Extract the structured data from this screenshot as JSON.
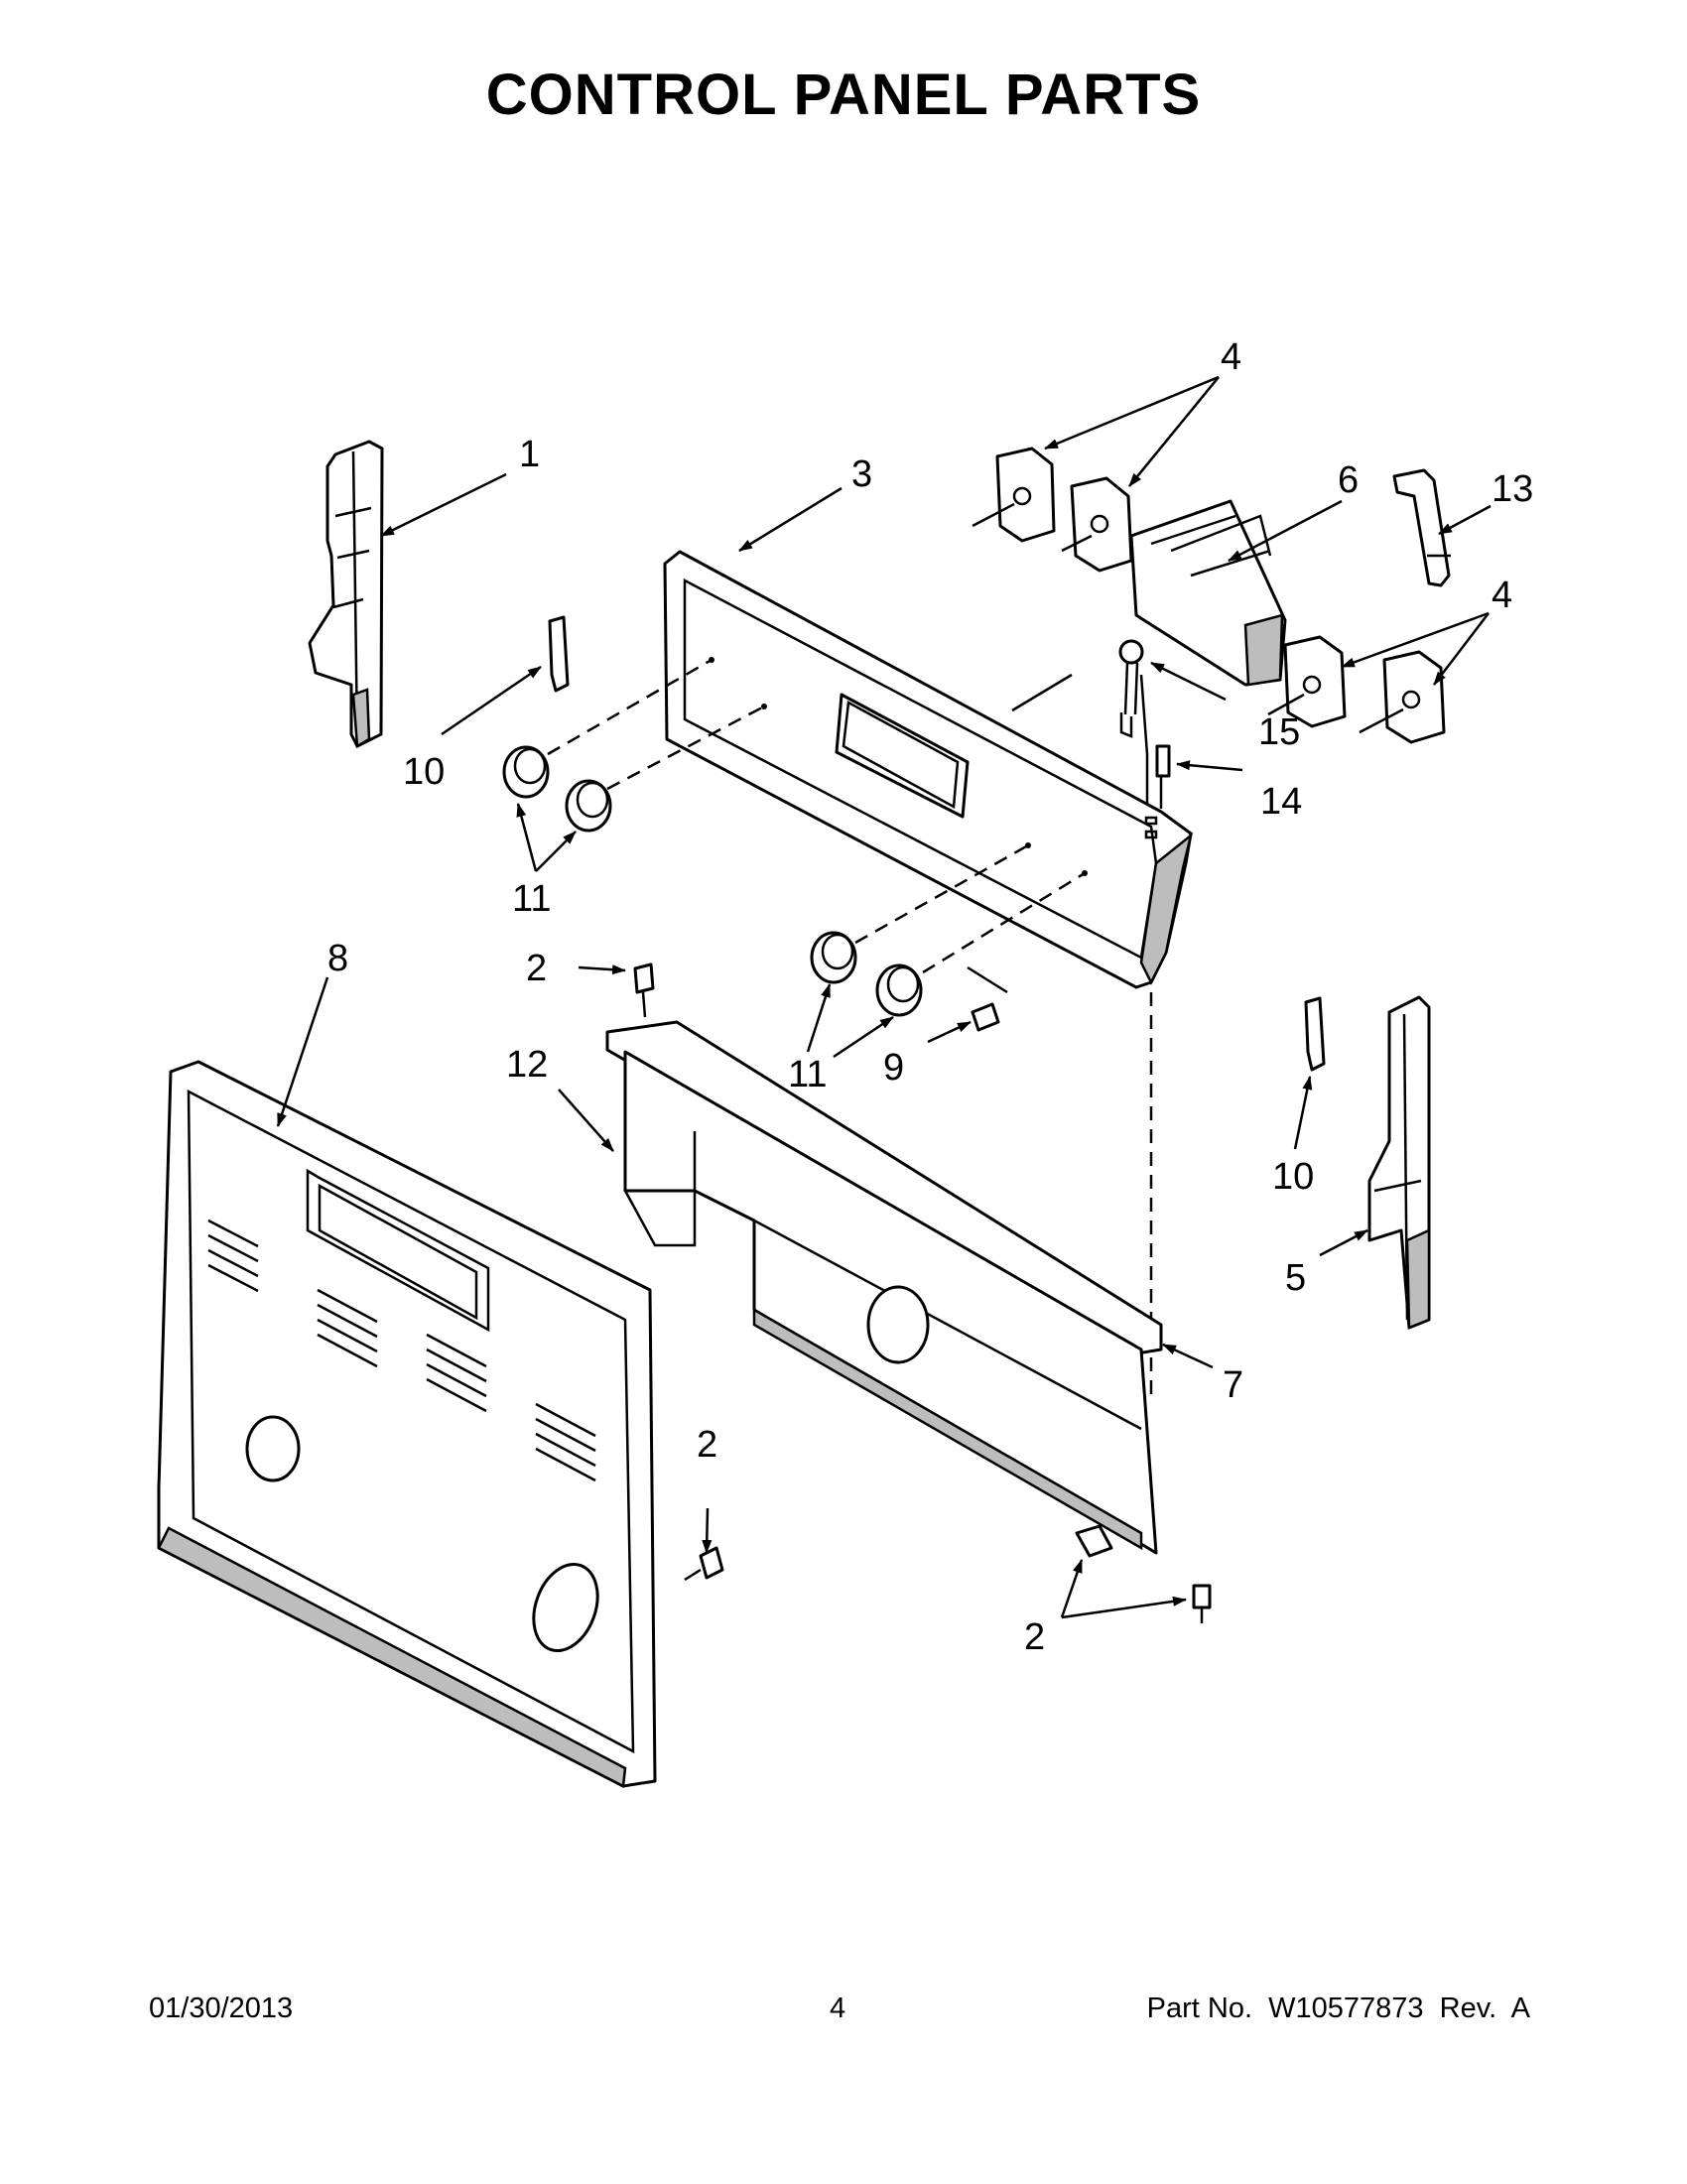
{
  "title": "CONTROL PANEL PARTS",
  "callouts": [
    {
      "id": "c1",
      "label": "1"
    },
    {
      "id": "c3",
      "label": "3"
    },
    {
      "id": "c4a",
      "label": "4"
    },
    {
      "id": "c6",
      "label": "6"
    },
    {
      "id": "c13",
      "label": "13"
    },
    {
      "id": "c4b",
      "label": "4"
    },
    {
      "id": "c10a",
      "label": "10"
    },
    {
      "id": "c15",
      "label": "15"
    },
    {
      "id": "c14",
      "label": "14"
    },
    {
      "id": "c11a",
      "label": "11"
    },
    {
      "id": "c8",
      "label": "8"
    },
    {
      "id": "c2a",
      "label": "2"
    },
    {
      "id": "c12",
      "label": "12"
    },
    {
      "id": "c11b",
      "label": "11"
    },
    {
      "id": "c9",
      "label": "9"
    },
    {
      "id": "c10b",
      "label": "10"
    },
    {
      "id": "c5",
      "label": "5"
    },
    {
      "id": "c7",
      "label": "7"
    },
    {
      "id": "c2b",
      "label": "2"
    },
    {
      "id": "c2c",
      "label": "2"
    }
  ],
  "footer": {
    "date": "01/30/2013",
    "page": "4",
    "part_number": "Part No.  W10577873  Rev.  A"
  }
}
